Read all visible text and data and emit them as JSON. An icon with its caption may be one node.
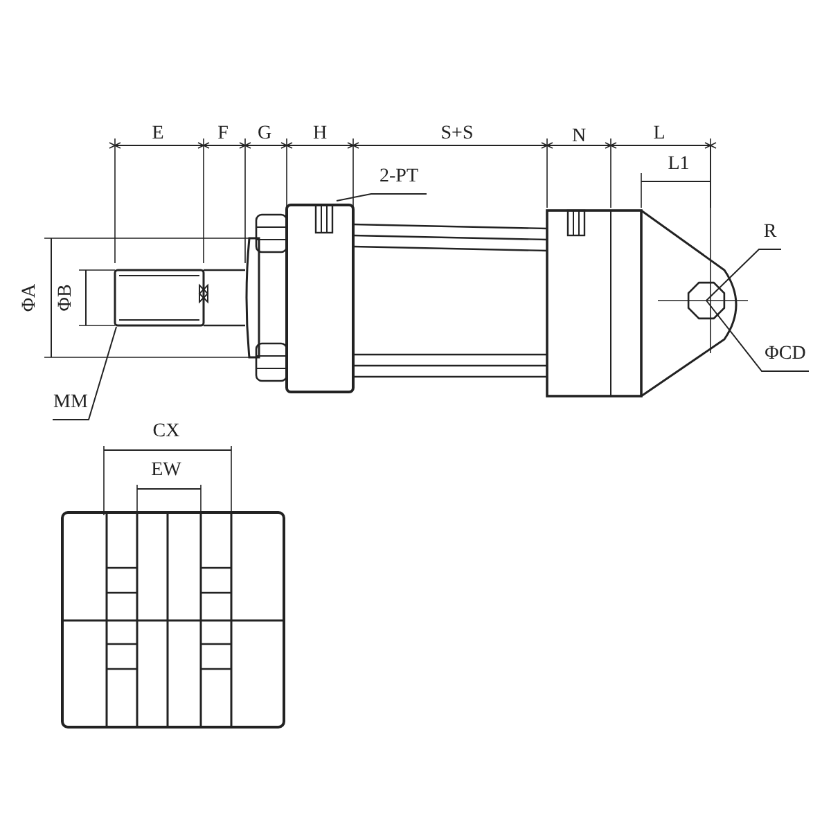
{
  "diagram": {
    "nodes": [
      {
        "text": [
          "2-PT"
        ]
      },
      {
        "text": [
          "MM"
        ]
      },
      {
        "text": [
          "R"
        ]
      },
      {
        "text": [
          "ΦCD"
        ]
      }
    ],
    "edges": [
      {
        "from": 0,
        "to": null,
        "arrow": "none"
      },
      {
        "from": 1,
        "to": null,
        "arrow": "none"
      },
      {
        "from": 2,
        "to": null,
        "arrow": "none"
      },
      {
        "from": 3,
        "to": null,
        "arrow": "none"
      }
    ],
    "labels": [
      "E",
      "F",
      "G",
      "H",
      "S+S",
      "N",
      "L",
      "L1",
      "ΦA",
      "ΦB",
      "CX",
      "EW"
    ]
  }
}
